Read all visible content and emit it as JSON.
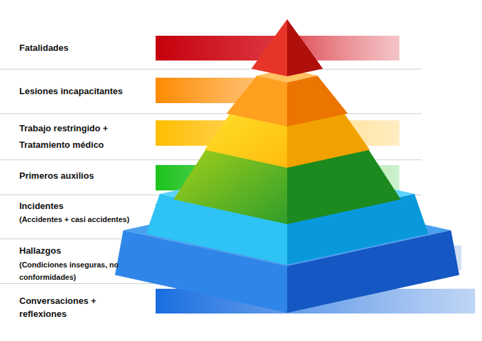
{
  "diagram": {
    "nodes": [
      {
        "text": [
          "Fatalidades"
        ]
      },
      {
        "text": [
          "Lesiones incapacitantes"
        ]
      },
      {
        "text": [
          "Trabajo restringido + Tratamiento médico"
        ]
      },
      {
        "text": [
          "Primeros auxilios"
        ]
      },
      {
        "text": [
          "Incidentes",
          "(Accidentes + casi accidentes)"
        ]
      },
      {
        "text": [
          "Hallazgos",
          "(Condiciones inseguras, no conformidades)"
        ]
      },
      {
        "text": [
          "Conversaciones + reflexiones"
        ]
      }
    ]
  }
}
